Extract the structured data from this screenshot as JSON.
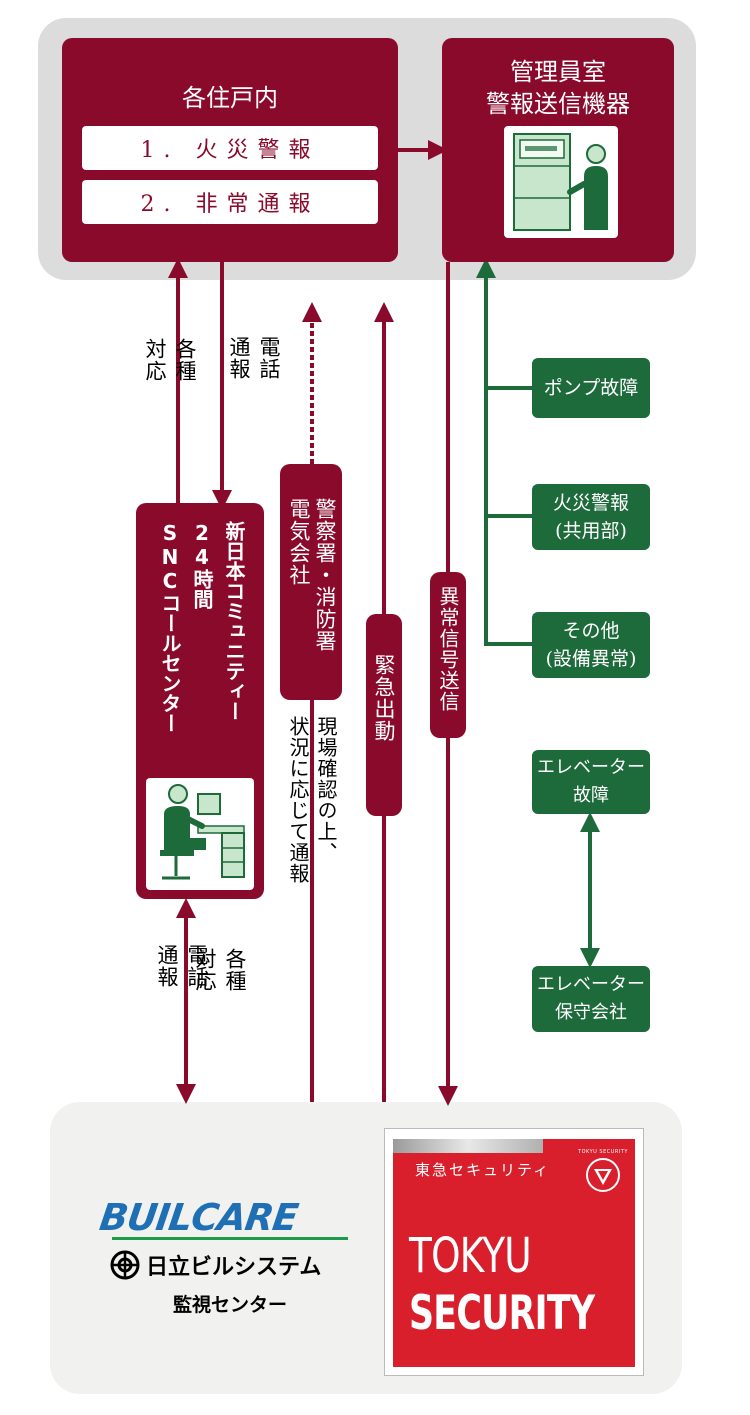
{
  "dwelling": {
    "title": "各住戸内",
    "alarms": [
      "1. 火災警報",
      "2. 非常通報"
    ]
  },
  "manager_room": {
    "line1": "管理員室",
    "line2": "警報送信機器",
    "icon": "alarm-panel-person-icon"
  },
  "call_center": {
    "line1": "新日本コミュニティー",
    "line2": "24時間",
    "line3": "SNCコールセンター",
    "icon": "operator-desk-icon"
  },
  "police_box": {
    "line1": "警察署・消防署",
    "line2": "電気会社"
  },
  "emergency_box": {
    "label": "緊急出動"
  },
  "abnormal_box": {
    "label": "異常信号送信"
  },
  "labels": {
    "response_upper": [
      "各種",
      "対応"
    ],
    "phone_upper": [
      "電話",
      "通報"
    ],
    "phone_lower": [
      "電話",
      "通報"
    ],
    "response_lower": [
      "各種",
      "対応"
    ],
    "confirm": [
      "現場確認の上、",
      "状況に応じて通報"
    ]
  },
  "sensors": [
    {
      "line1": "ポンプ故障",
      "line2": ""
    },
    {
      "line1": "火災警報",
      "line2": "(共用部)"
    },
    {
      "line1": "その他",
      "line2": "(設備異常)"
    }
  ],
  "elevator": {
    "fault": [
      "エレベーター",
      "故障"
    ],
    "maintenance": [
      "エレベーター",
      "保守会社"
    ]
  },
  "buil": {
    "logo": "BUILCARE",
    "company": "日立ビルシステム",
    "center": "監視センター"
  },
  "tokyu": {
    "jp": "東急セキュリティ",
    "en1": "TOKYU",
    "en2": "SECURITY",
    "emblem": "TOKYU SECURITY"
  },
  "colors": {
    "brand_red": "#8a0a2c",
    "green": "#1d6a3b",
    "panel_gray": "#dcdcdc",
    "buil_blue": "#1e6fb3",
    "buil_green": "#1d9a4a"
  }
}
